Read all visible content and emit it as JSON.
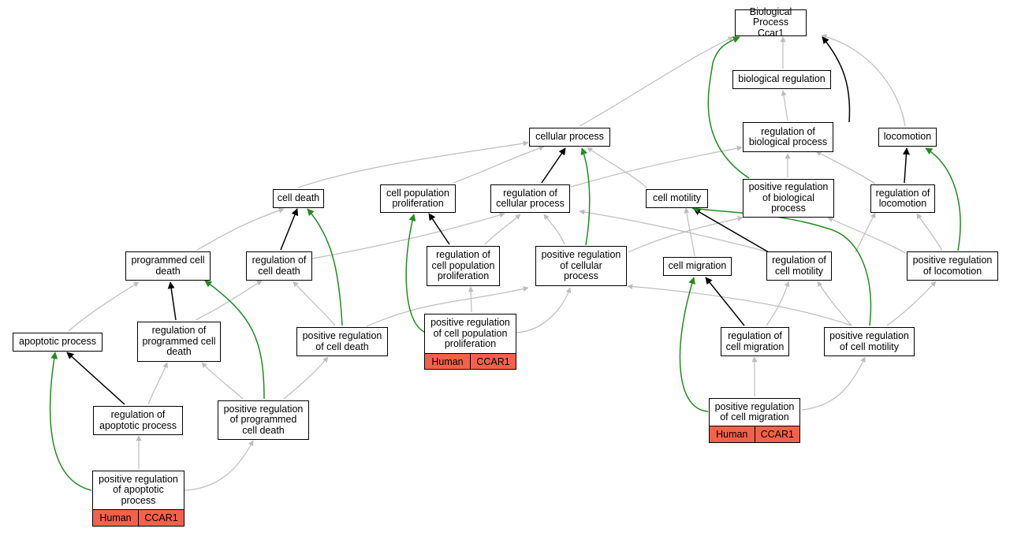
{
  "nodes": {
    "root": "Biological Process\nCcar1",
    "biological_regulation": "biological regulation",
    "cellular_process": "cellular process",
    "regulation_of_biological_process": "regulation of\nbiological process",
    "locomotion": "locomotion",
    "cell_death": "cell death",
    "cell_population_proliferation": "cell population\nproliferation",
    "regulation_of_cellular_process": "regulation of\ncellular process",
    "cell_motility": "cell motility",
    "positive_regulation_of_biological_process": "positive regulation\nof biological\nprocess",
    "regulation_of_locomotion": "regulation of\nlocomotion",
    "programmed_cell_death": "programmed cell\ndeath",
    "regulation_of_cell_death": "regulation of\ncell death",
    "regulation_of_cell_population_proliferation": "regulation of\ncell population\nproliferation",
    "positive_regulation_of_cellular_process": "positive regulation\nof cellular\nprocess",
    "cell_migration": "cell migration",
    "regulation_of_cell_motility": "regulation of\ncell motility",
    "positive_regulation_of_locomotion": "positive regulation\nof locomotion",
    "apoptotic_process": "apoptotic process",
    "regulation_of_programmed_cell_death": "regulation of\nprogrammed cell\ndeath",
    "positive_regulation_of_cell_death": "positive regulation\nof cell death",
    "positive_regulation_of_cell_population_proliferation": "positive regulation\nof cell population\nproliferation",
    "regulation_of_cell_migration": "regulation of\ncell migration",
    "positive_regulation_of_cell_motility": "positive regulation\nof cell motility",
    "regulation_of_apoptotic_process": "regulation of\napoptotic process",
    "positive_regulation_of_programmed_cell_death": "positive regulation\nof programmed\ncell death",
    "positive_regulation_of_cell_migration": "positive regulation\nof cell migration",
    "positive_regulation_of_apoptotic_process": "positive regulation\nof apoptotic\nprocess"
  },
  "annotations": {
    "proliferation": {
      "species": "Human",
      "gene": "CCAR1"
    },
    "migration": {
      "species": "Human",
      "gene": "CCAR1"
    },
    "apoptotic": {
      "species": "Human",
      "gene": "CCAR1"
    }
  },
  "colors": {
    "is_a": "#bdbdbd",
    "regulates": "#000000",
    "positively_regulates": "#228b22",
    "annotation": "#f4614a"
  }
}
